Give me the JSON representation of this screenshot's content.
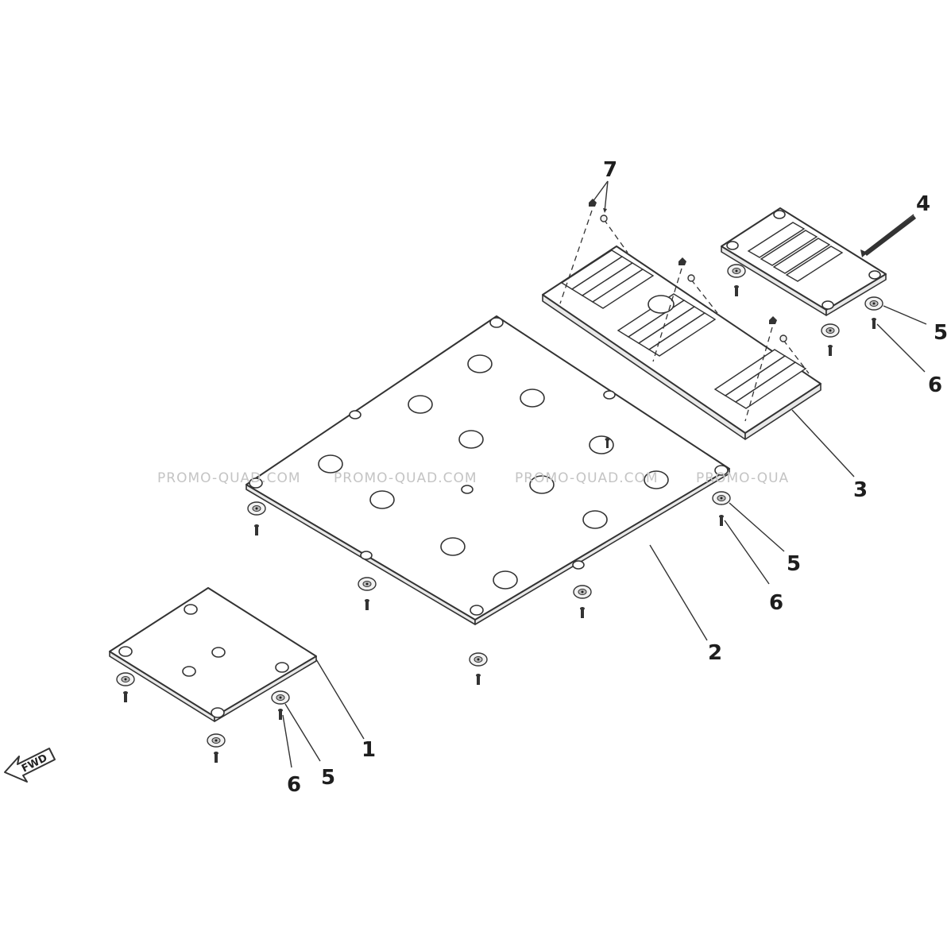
{
  "watermark": {
    "text_1": "PROMO-QUAD.COM",
    "text_2": "PROMO-QUAD.COM",
    "text_3": "PROMO-QUAD.COM",
    "text_4": "PROMO-QUA"
  },
  "fwd_arrow": {
    "label": "FWD"
  },
  "callouts": {
    "c1": "1",
    "c2": "2",
    "c3": "3",
    "c4": "4",
    "c5_right_top": "5",
    "c6_right_top": "6",
    "c5_mid": "5",
    "c6_mid": "6",
    "c5_left": "5",
    "c6_left": "6",
    "c7": "7"
  },
  "parts": [
    {
      "callout": "1",
      "shape": "small-plate-icon"
    },
    {
      "callout": "2",
      "shape": "large-plate-icon"
    },
    {
      "callout": "3",
      "shape": "slotted-step-plate-icon"
    },
    {
      "callout": "4",
      "shape": "slotted-small-plate-icon"
    },
    {
      "callout": "5",
      "shape": "washer-icon"
    },
    {
      "callout": "6",
      "shape": "screw-icon"
    },
    {
      "callout": "7",
      "shape": "rivet-icon"
    }
  ],
  "colors": {
    "line": "#333333",
    "watermark": "#c4c4c4"
  }
}
